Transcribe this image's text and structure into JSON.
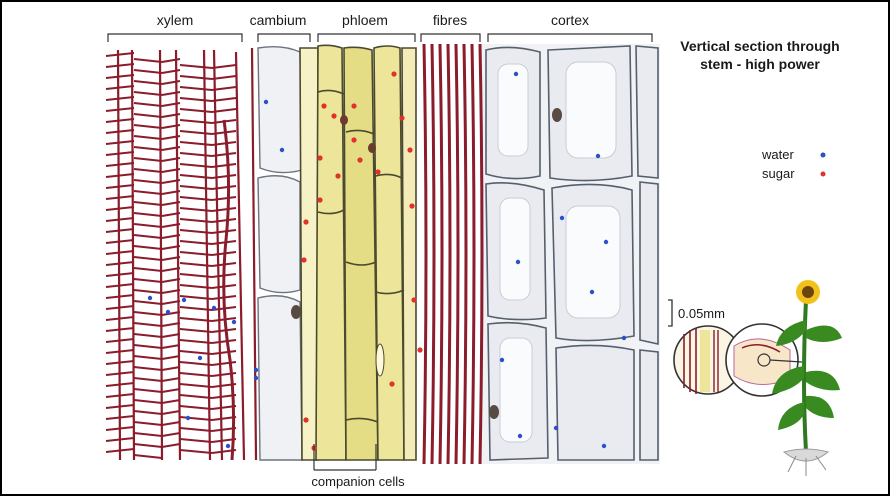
{
  "labels": {
    "xylem": "xylem",
    "cambium": "cambium",
    "phloem": "phloem",
    "fibres": "fibres",
    "cortex": "cortex",
    "companion": "companion cells"
  },
  "title": {
    "line1": "Vertical section through",
    "line2": "stem - high power"
  },
  "legend": {
    "water": "water",
    "sugar": "sugar",
    "water_color": "#2d50c8",
    "sugar_color": "#e0322a"
  },
  "scale": "0.05mm",
  "colors": {
    "xylem": "#8a1c2b",
    "phloem_fill": "#ece59a",
    "cortex_fill": "#eef0f5",
    "cell_wall": "#5a6470",
    "leaf": "#2f7a1e",
    "flower": "#f2c21b"
  }
}
